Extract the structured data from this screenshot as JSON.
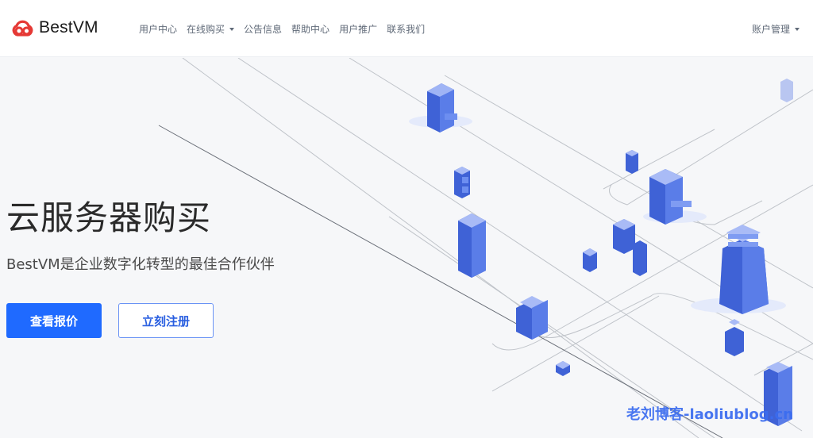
{
  "header": {
    "brand": "BestVM",
    "brand_color": "#e53935",
    "nav": [
      {
        "label": "用户中心",
        "has_dropdown": false
      },
      {
        "label": "在线购买",
        "has_dropdown": true
      },
      {
        "label": "公告信息",
        "has_dropdown": false
      },
      {
        "label": "帮助中心",
        "has_dropdown": false
      },
      {
        "label": "用户推广",
        "has_dropdown": false
      },
      {
        "label": "联系我们",
        "has_dropdown": false
      }
    ],
    "account": {
      "label": "账户管理",
      "has_dropdown": true
    }
  },
  "hero": {
    "title": "云服务器购买",
    "subtitle": "BestVM是企业数字化转型的最佳合作伙伴",
    "primary_button": "查看报价",
    "secondary_button": "立刻注册",
    "accent_color": "#1f6aff",
    "illustration": "isometric-blue-servers-network"
  },
  "watermark": "老刘博客-laoliublog.cn"
}
